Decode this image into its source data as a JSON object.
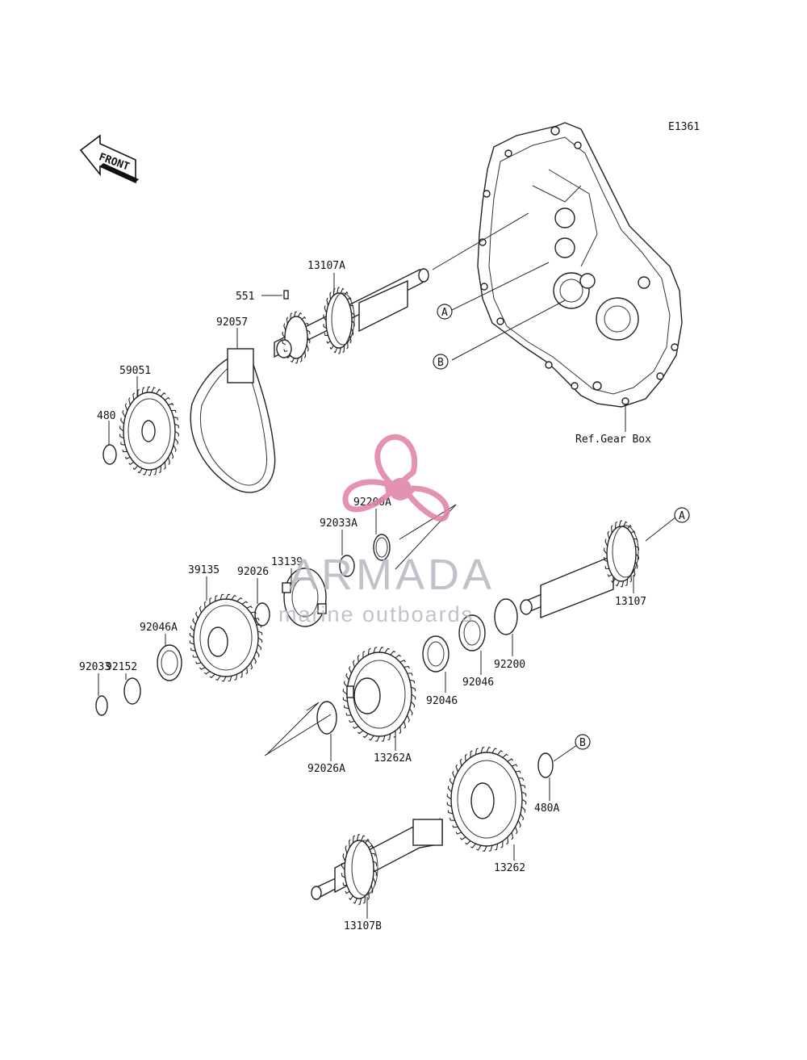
{
  "diagram_code": "E1361",
  "front_label": "FRONT",
  "ref_label": "Ref.Gear Box",
  "callouts": {
    "a": "A",
    "b": "B"
  },
  "parts": {
    "p13107A": "13107A",
    "p551": "551",
    "p92057": "92057",
    "p59051": "59051",
    "p480": "480",
    "p92200A": "92200A",
    "p92033A": "92033A",
    "p13139": "13139",
    "p39135": "39135",
    "p92026": "92026",
    "p92046A": "92046A",
    "p92152": "92152",
    "p92033": "92033",
    "p13107": "13107",
    "p92200": "92200",
    "p92046a_pos": "92046",
    "p92046b_pos": "92046",
    "p13262A": "13262A",
    "p92026A": "92026A",
    "p480A": "480A",
    "p13262": "13262",
    "p13107B": "13107B"
  },
  "watermark": {
    "brand": "ARMADA",
    "tagline": "marine outboards",
    "color": "#e07fa6"
  }
}
